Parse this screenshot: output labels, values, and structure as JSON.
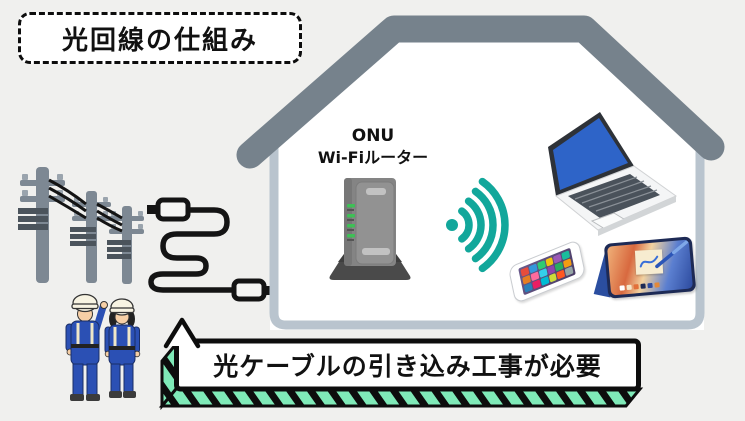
{
  "title": {
    "label": "光回線の仕組み"
  },
  "house": {
    "device_label": {
      "line1": "ONU",
      "line2": "Wi-Fiルーター"
    }
  },
  "banner": {
    "label": "光ケーブルの引き込み工事が必要"
  },
  "icons": {
    "wifi": "wifi-signal-icon (teal dot + 4 arcs pointing right)",
    "poles": "utility-poles-icon (3 gray poles with crossarms and sagging wires)",
    "cable": "fiber-cable-icon (black outlined S-shaped cable with two plugs)",
    "workers": "construction-workers-icon (man saluting + woman, blue coveralls, white helmets)",
    "router": "onu-router-icon (gray tower device, green LEDs)",
    "laptop": "laptop-icon (isometric, blue screen)",
    "phone": "smartphone-icon (white phone, colorful app grid)",
    "tablet": "tablet-icon (blue stand, artwork, sticky note, stylus)",
    "house": "house-outline-icon (gray roof band, light gray walls)"
  },
  "colors": {
    "background": "#f0f0ee",
    "roof": "#76828c",
    "wall": "#b9c4ce",
    "wifi_teal": "#12a79b",
    "banner_stripe_mint": "#7feab8",
    "worker_uniform_blue": "#2b50b4",
    "laptop_screen_blue": "#2e64c8",
    "router_led_green": "#3fbf57",
    "pole_gray": "#7d8893",
    "outline_black": "#0d0d0d"
  }
}
